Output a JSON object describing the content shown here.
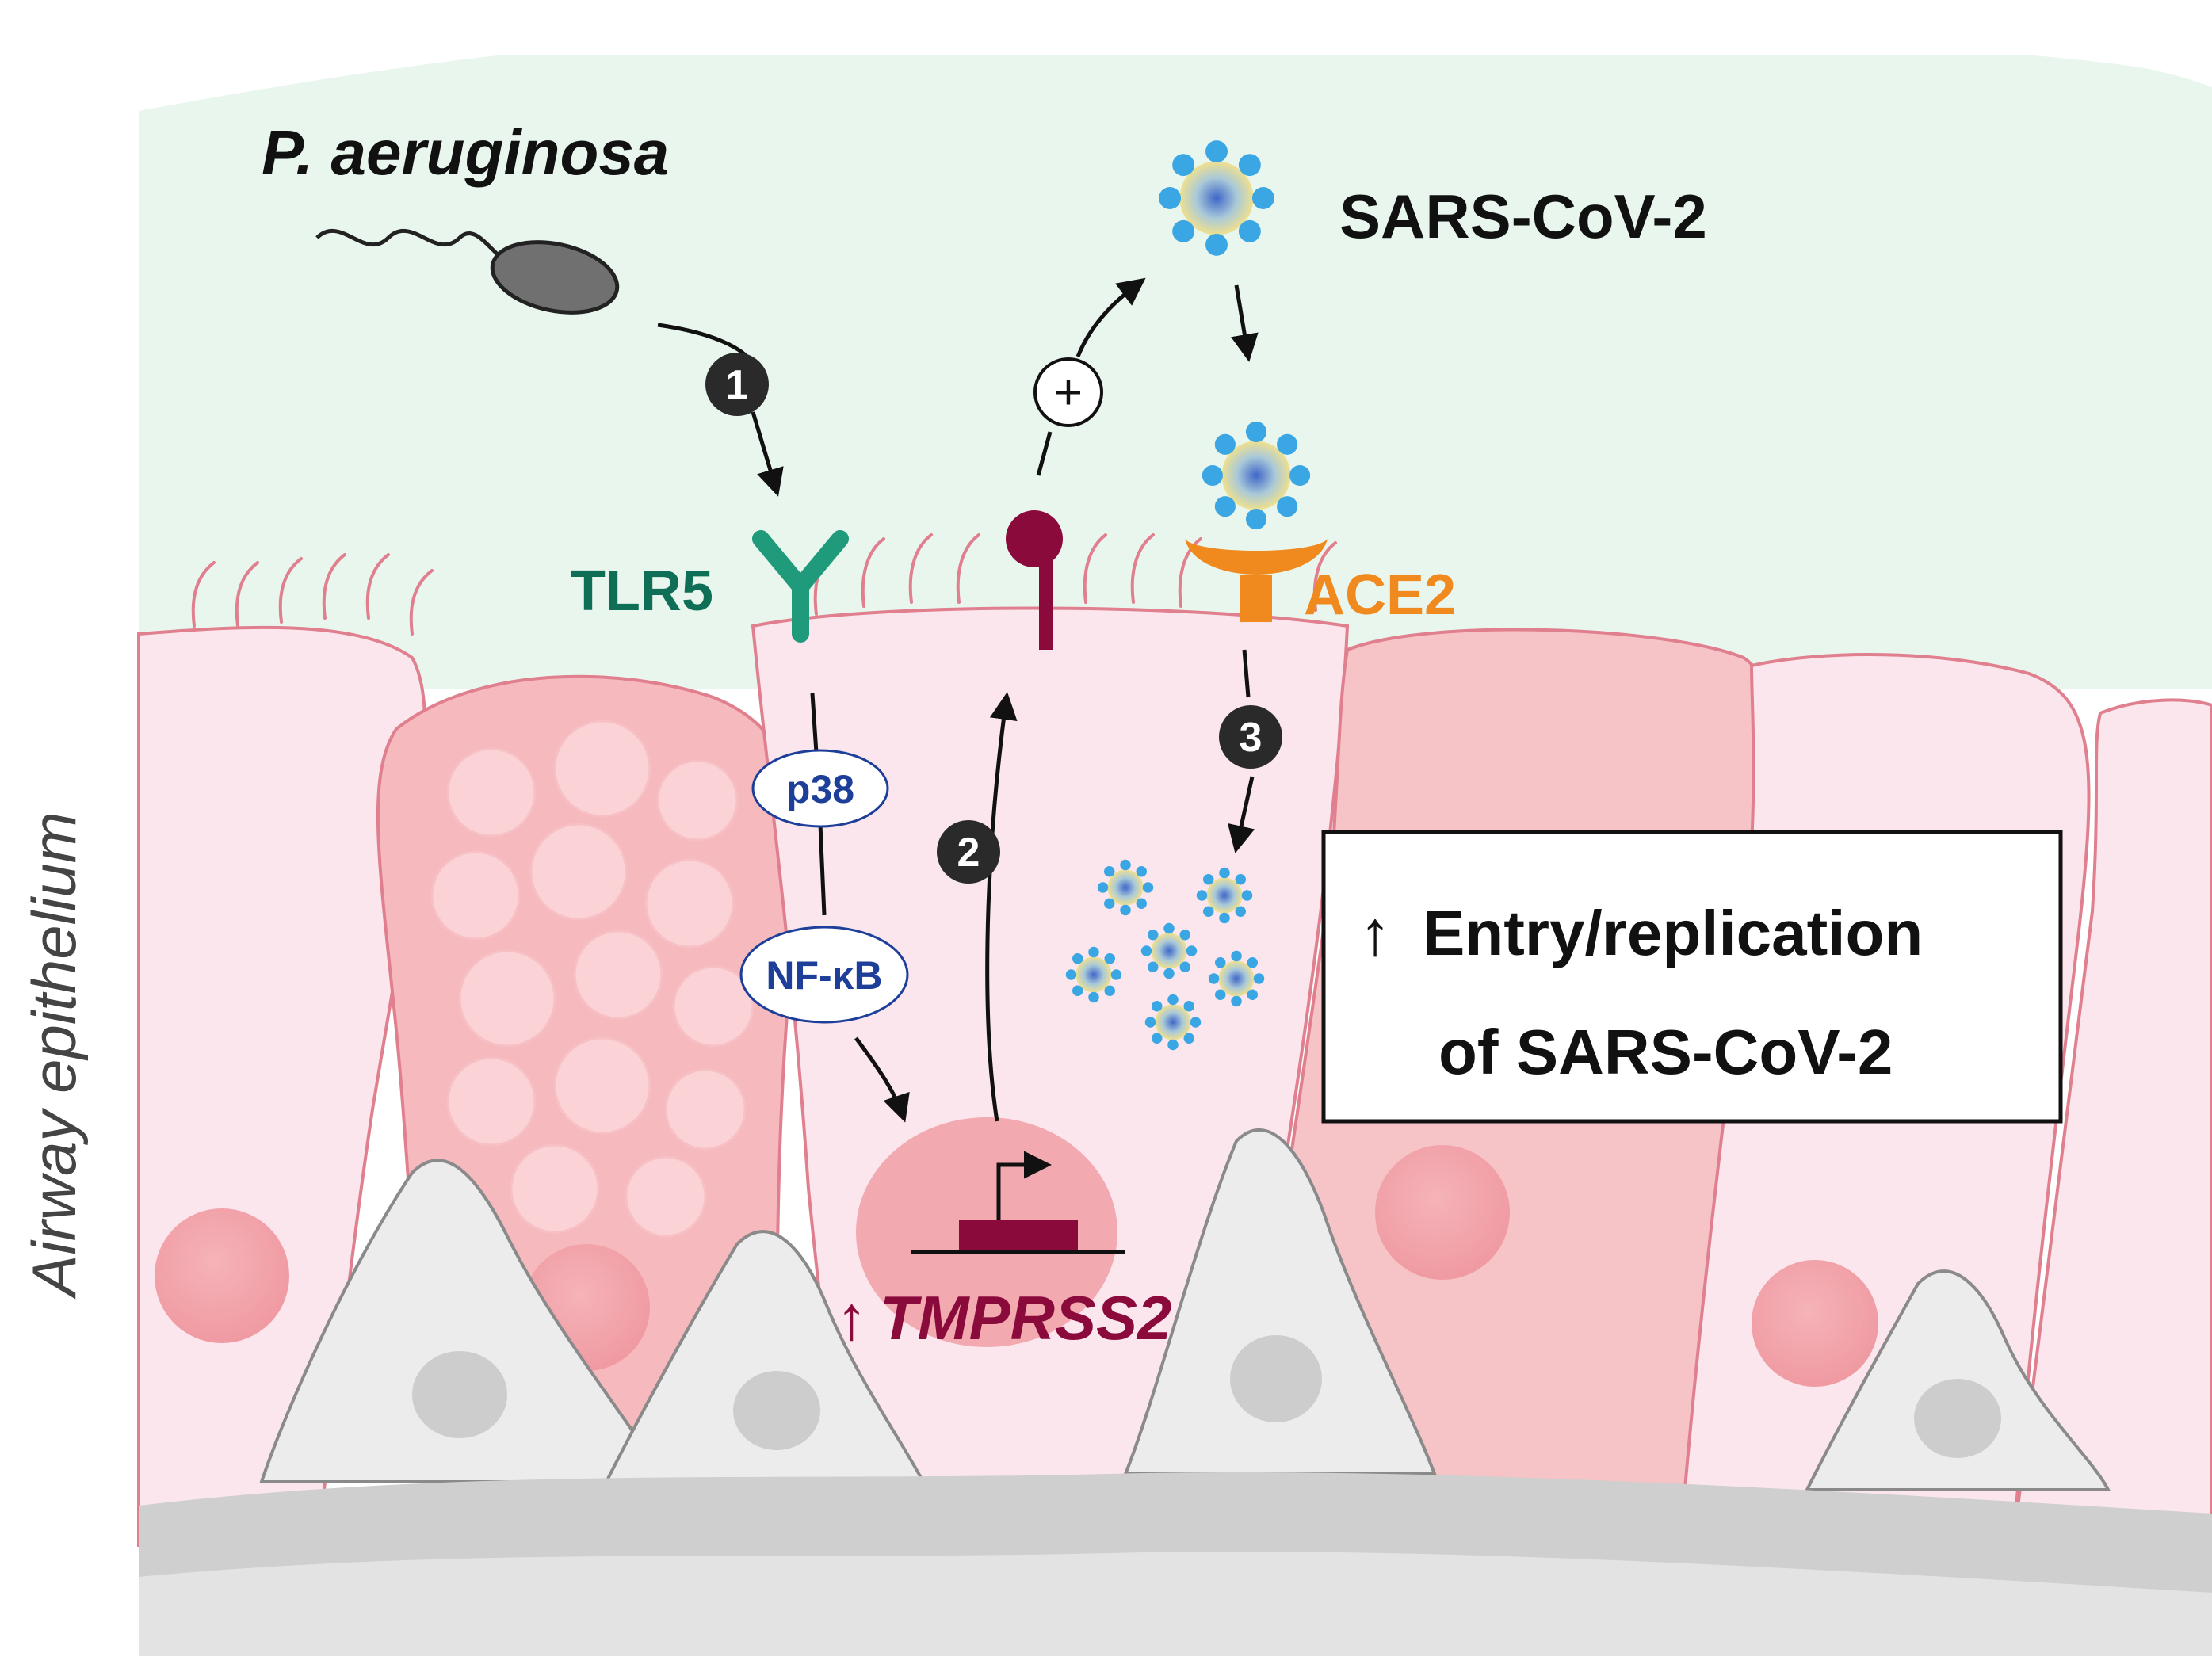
{
  "side_label": "Airway epithelium",
  "labels": {
    "bacterium": "P. aeruginosa",
    "virus": "SARS-CoV-2",
    "tlr5": "TLR5",
    "ace2": "ACE2",
    "p38": "p38",
    "nfkb": "NF-κB",
    "gene": "TMPRSS2",
    "gene_arrow": "↑",
    "plus": "+"
  },
  "steps": [
    "1",
    "2",
    "3"
  ],
  "result_box": {
    "arrow": "↑",
    "line1": "Entry/replication",
    "line2": "of SARS-CoV-2"
  },
  "colors": {
    "tlr5": "#1f9a7a",
    "tlr5_label": "#0f6e56",
    "ace2": "#f08a1e",
    "tmprss2": "#8b0a3c",
    "signaling": "#1d3f99",
    "mucus": "#e9f6ee",
    "cell_light": "#fbe6ee",
    "cell_goblet": "#f6b9bd",
    "nucleus": "#f3a5ab",
    "basal_cell": "#ececec",
    "step_marker": "#2a2a2a"
  }
}
